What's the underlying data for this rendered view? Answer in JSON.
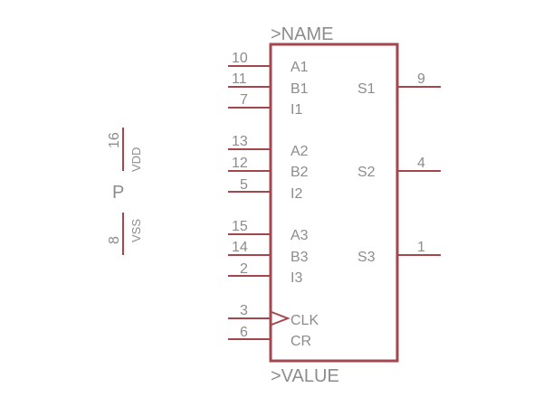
{
  "symbol": {
    "name_placeholder": ">NAME",
    "value_placeholder": ">VALUE",
    "power_gate_label": "P",
    "colors": {
      "outline": "#a5464f",
      "text": "#8c8c8c"
    }
  },
  "pins_left": [
    {
      "number": "10",
      "label": "A1"
    },
    {
      "number": "11",
      "label": "B1"
    },
    {
      "number": "7",
      "label": "I1"
    },
    {
      "number": "13",
      "label": "A2"
    },
    {
      "number": "12",
      "label": "B2"
    },
    {
      "number": "5",
      "label": "I2"
    },
    {
      "number": "15",
      "label": "A3"
    },
    {
      "number": "14",
      "label": "B3"
    },
    {
      "number": "2",
      "label": "I3"
    },
    {
      "number": "3",
      "label": "CLK"
    },
    {
      "number": "6",
      "label": "CR"
    }
  ],
  "pins_right": [
    {
      "number": "9",
      "label": "S1"
    },
    {
      "number": "4",
      "label": "S2"
    },
    {
      "number": "1",
      "label": "S3"
    }
  ],
  "power_pins": [
    {
      "number": "16",
      "label": "VDD"
    },
    {
      "number": "8",
      "label": "VSS"
    }
  ]
}
